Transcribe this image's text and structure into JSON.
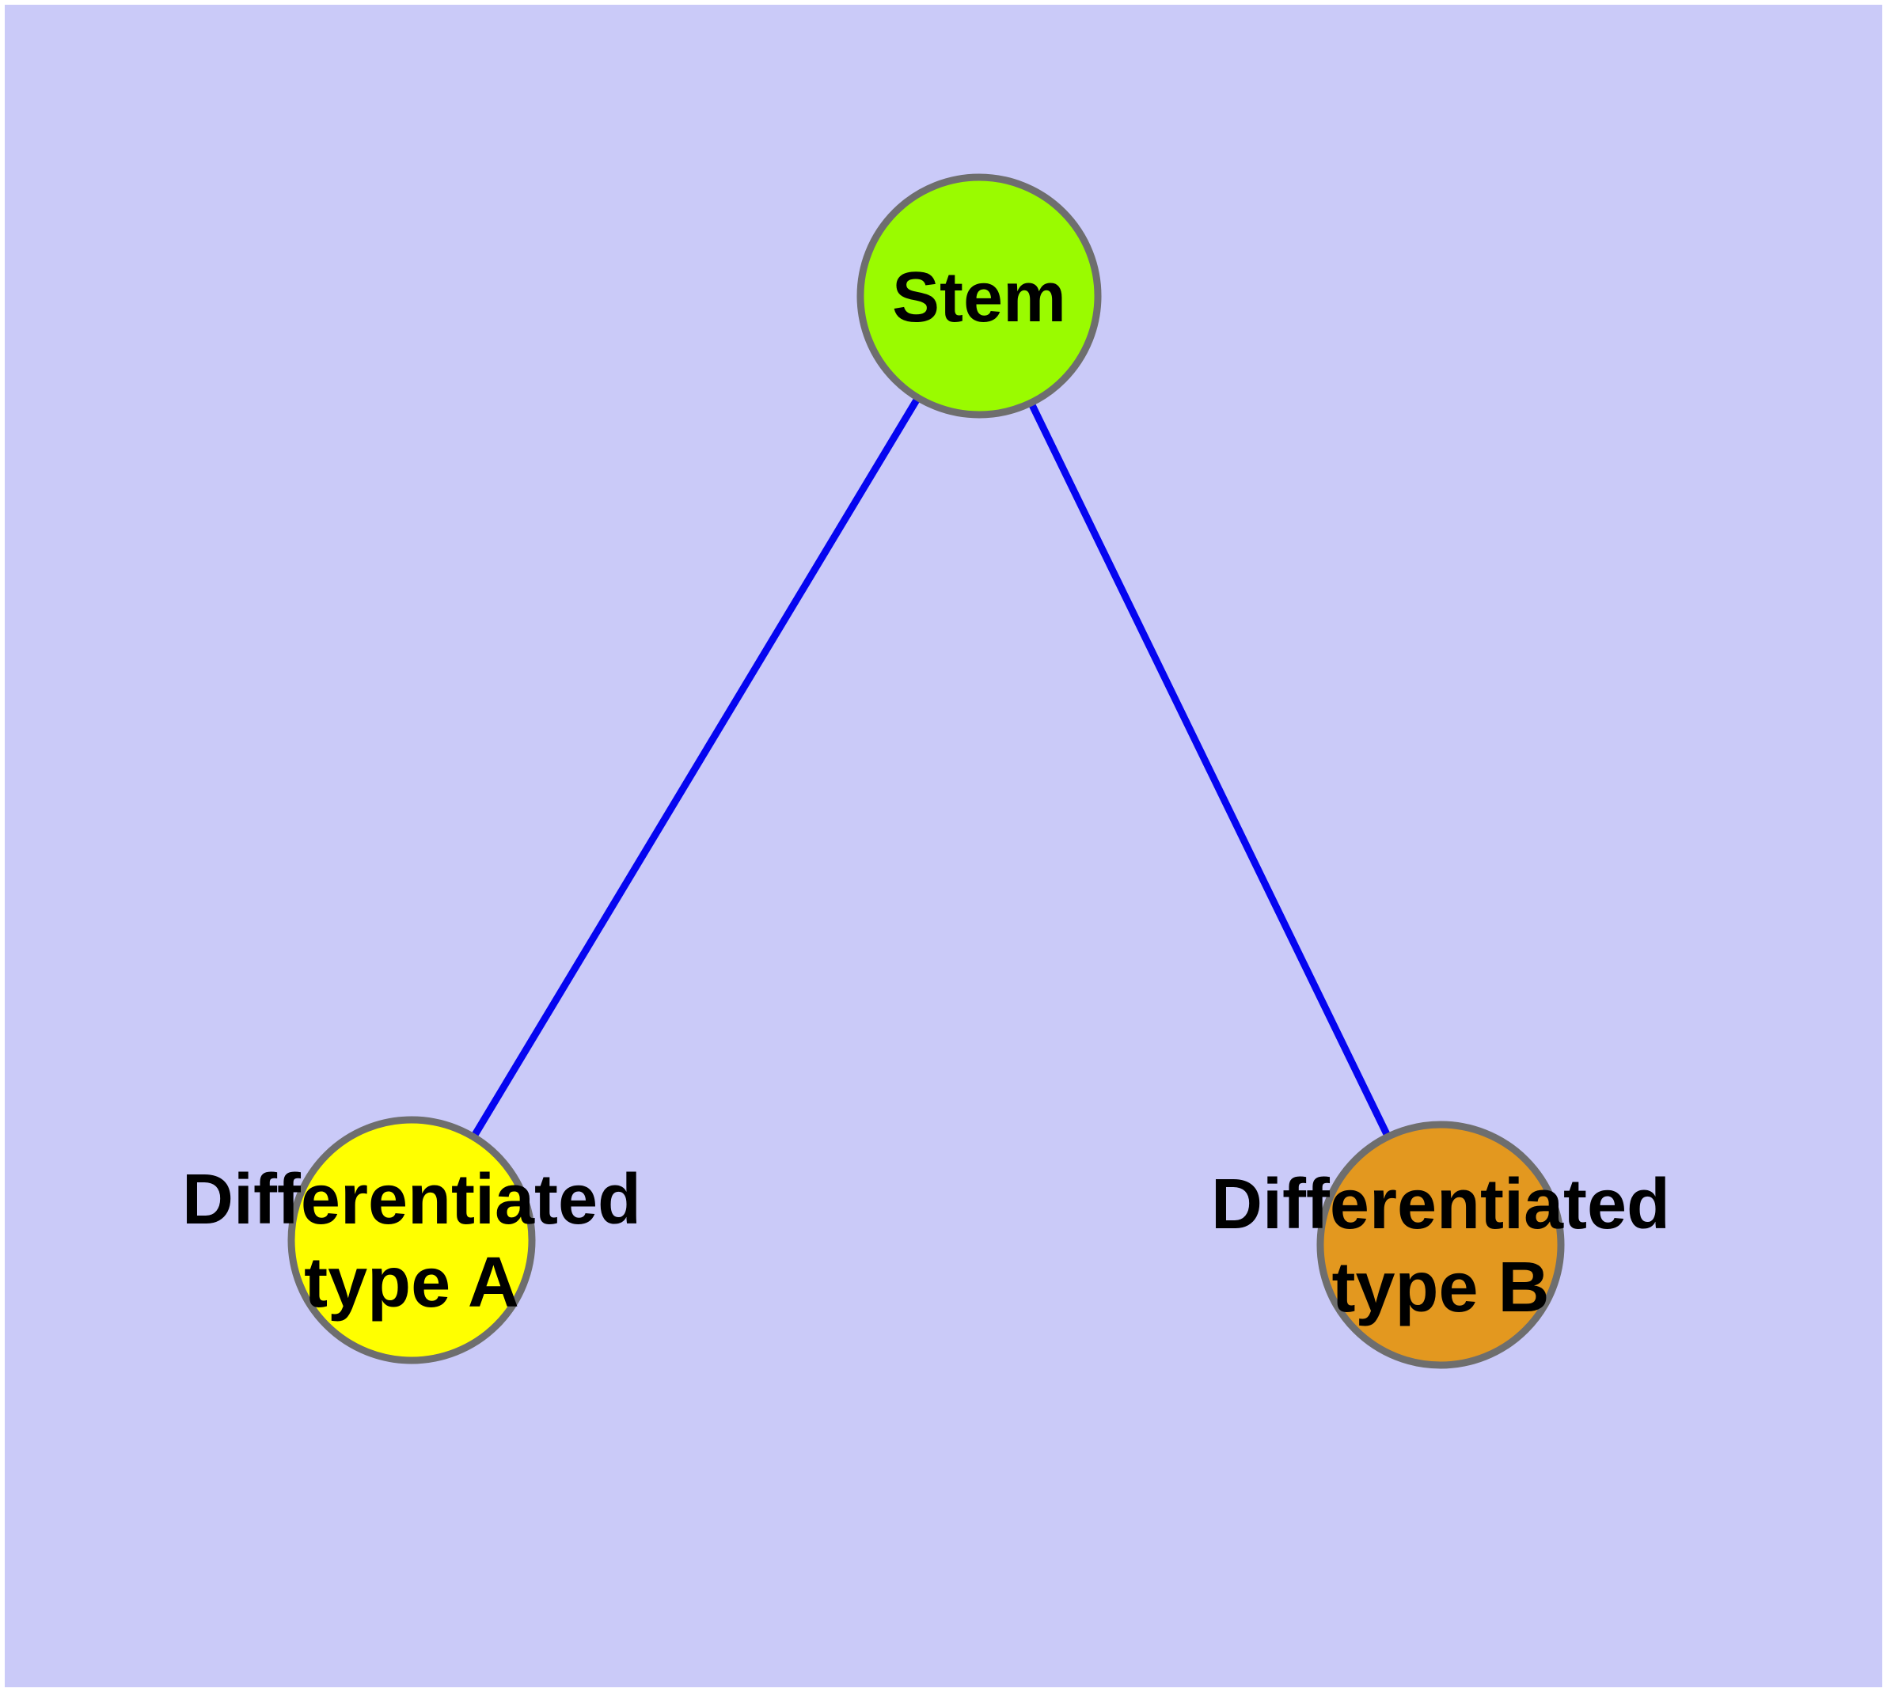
{
  "canvas": {
    "background": "#ffffff",
    "panel_background": "#cacaf8"
  },
  "diagram": {
    "type": "graph",
    "edge_color": "#0505f0",
    "node_border_color": "#6e6e6e",
    "label_color": "#000000",
    "nodes": [
      {
        "id": "stem",
        "label": "Stem",
        "lines": [
          "Stem"
        ],
        "color": "#9afb00"
      },
      {
        "id": "differentiated-type-a",
        "label": "Differentiated type A",
        "lines": [
          "Differentiated",
          "type A"
        ],
        "color": "#ffff00"
      },
      {
        "id": "differentiated-type-b",
        "label": "Differentiated type B",
        "lines": [
          "Differentiated",
          "type B"
        ],
        "color": "#e3981f"
      }
    ],
    "edges": [
      {
        "from": "Stem",
        "to": "Differentiated type A"
      },
      {
        "from": "Stem",
        "to": "Differentiated type B"
      }
    ]
  }
}
